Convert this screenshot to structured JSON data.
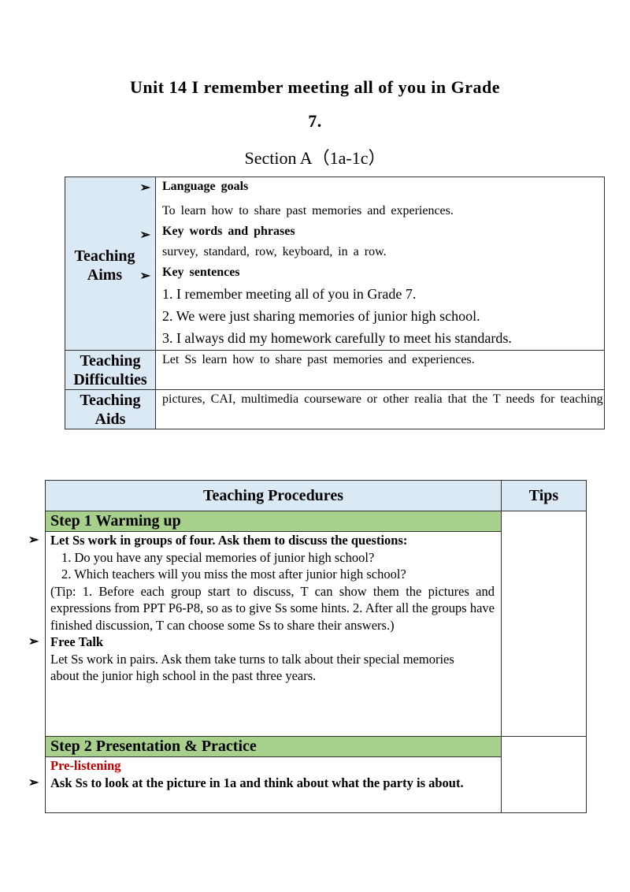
{
  "document": {
    "title_line1": "Unit 14 I remember meeting all of you in Grade",
    "title_line2": "7.",
    "subtitle": "Section A（1a-1c）"
  },
  "aims_table": {
    "teaching_aims_label": "Teaching Aims",
    "language_goals_heading": "Language goals",
    "language_goals_text": "To learn how to share past memories and experiences.",
    "key_words_heading": "Key words and phrases",
    "key_words_text": "survey, standard, row, keyboard, in a row.",
    "key_sentences_heading": "Key sentences",
    "sentences": [
      "1. I remember meeting all of you in Grade 7.",
      "2. We were just sharing memories of junior high school.",
      "3. I always did my homework carefully to meet his standards."
    ],
    "difficulties_label": "Teaching Difficulties",
    "difficulties_text": "Let Ss learn how to share past memories and experiences.",
    "aids_label": "Teaching Aids",
    "aids_text": "pictures, CAI, multimedia courseware or other realia that the T needs for teaching"
  },
  "procedures_table": {
    "header": "Teaching Procedures",
    "tips_header": "Tips",
    "step1": {
      "title": "Step 1 Warming up",
      "task_bold": "Let Ss work in groups of four. Ask them to discuss the questions:",
      "questions": [
        "1. Do you have any special memories of junior high school?",
        "2. Which teachers will you miss the most after junior high school?"
      ],
      "tip": "(Tip: 1. Before each group start to discuss, T can show them the pictures and expressions from PPT P6-P8, so as to give Ss some hints. 2. After all the groups have finished discussion, T can choose some Ss to share their answers.)",
      "free_talk_heading": "Free Talk",
      "free_talk_text": "Let Ss work in pairs. Ask them take turns to talk about their special memories about the junior high school in the past three years."
    },
    "step2": {
      "title": "Step 2 Presentation & Practice",
      "pre_listening": "Pre-listening",
      "task_bold": "Ask Ss to look at the picture in 1a and think about what the party is about."
    },
    "colors": {
      "label_bg": "#dbe9f5",
      "step_bg": "#a8d08d",
      "pre_listening": "#c00000"
    },
    "bullet_icon": "arrow-bullet-icon"
  }
}
